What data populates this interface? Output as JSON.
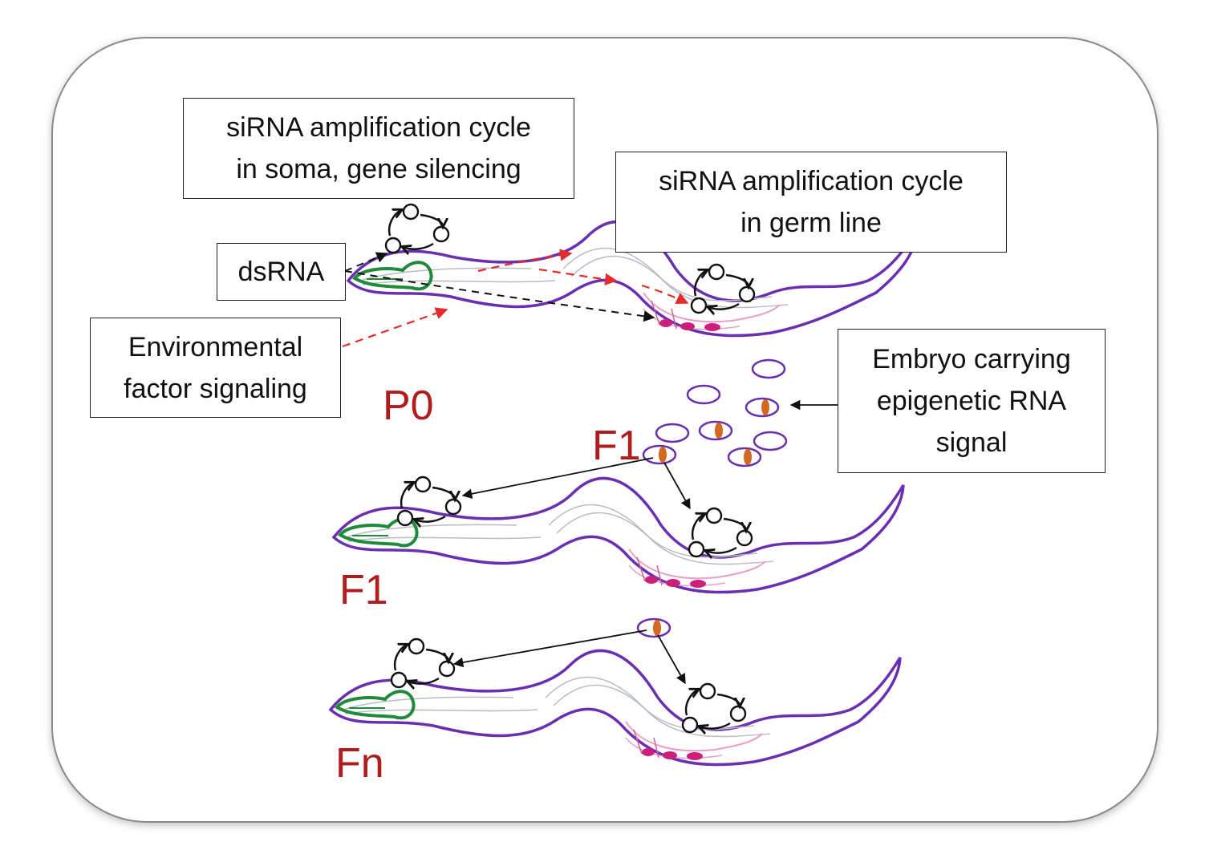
{
  "labels": {
    "soma_cycle": "siRNA amplification cycle\nin soma, gene silencing",
    "germ_cycle": "siRNA amplification cycle\nin germ line",
    "dsrna": "dsRNA",
    "environment": "Environmental\nfactor signaling",
    "embryo": "Embryo carrying\nepigenetic RNA\nsignal"
  },
  "generations": {
    "p0": "P0",
    "f1_embryos": "F1",
    "f1_worm": "F1",
    "fn_worm": "Fn"
  },
  "colors": {
    "worm_outline": "#6a2fb0",
    "pharynx": "#1e8a3a",
    "gonad": "#e8a0c8",
    "oocytes": "#cc1f7a",
    "embryo_mark": "#d2691e",
    "generation_label": "#b01c1c",
    "environment_arrow": "#e52b2b",
    "dsrna_arrow": "#111111"
  }
}
